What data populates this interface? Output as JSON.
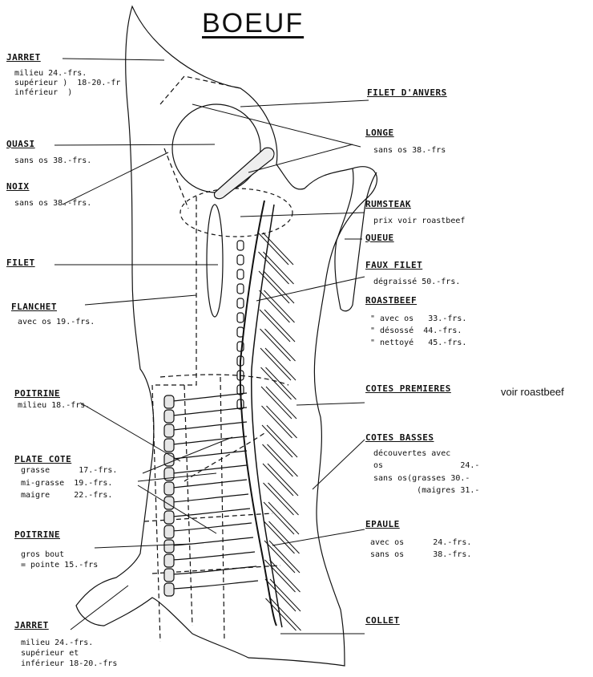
{
  "title": "BOEUF",
  "labels": {
    "jarret_top": {
      "name": "JARRET",
      "lines": [
        "milieu 24.-frs.",
        "supérieur )  18-20.-fr",
        "inférieur  )"
      ]
    },
    "quasi": {
      "name": "QUASI",
      "lines": [
        "sans os 38.-frs."
      ]
    },
    "noix": {
      "name": "NOIX",
      "lines": [
        "sans os 38.-frs."
      ]
    },
    "filet": {
      "name": "FILET"
    },
    "flanchet": {
      "name": "FLANCHET",
      "lines": [
        "avec os 19.-frs."
      ]
    },
    "poitrine_top": {
      "name": "POITRINE",
      "lines": [
        "milieu 18.-frs."
      ]
    },
    "plate_cote": {
      "name": "PLATE COTE",
      "lines": [
        "grasse      17.-frs.",
        "mi-grasse  19.-frs.",
        "maigre     22.-frs."
      ]
    },
    "poitrine_bottom": {
      "name": "POITRINE",
      "lines": [
        "gros bout",
        "= pointe 15.-frs"
      ]
    },
    "jarret_bottom": {
      "name": "JARRET",
      "lines": [
        "milieu 24.-frs.",
        "supérieur et",
        "inférieur 18-20.-frs"
      ]
    },
    "filet_danvers": {
      "name": "FILET D'ANVERS"
    },
    "longe": {
      "name": "LONGE",
      "lines": [
        "sans os 38.-frs"
      ]
    },
    "rumsteak": {
      "name": "RUMSTEAK",
      "lines": [
        "prix voir roastbeef"
      ]
    },
    "queue": {
      "name": "QUEUE"
    },
    "faux_filet": {
      "name": "FAUX FILET",
      "lines": [
        "dégraissé 50.-frs."
      ]
    },
    "roastbeef": {
      "name": "ROASTBEEF",
      "lines": [
        "\" avec os   33.-frs.",
        "\" désossé  44.-frs.",
        "\" nettoyé   45.-frs."
      ]
    },
    "cotes_premieres": {
      "name": "COTES PREMIERES",
      "note": "voir roastbeef"
    },
    "cotes_basses": {
      "name": "COTES BASSES",
      "lines": [
        "découvertes avec",
        "os                24.-",
        "sans os(grasses 30.-",
        "         (maigres 31.-"
      ]
    },
    "epaule": {
      "name": "EPAULE",
      "lines": [
        "avec os      24.-frs.",
        "sans os      38.-frs."
      ]
    },
    "collet": {
      "name": "COLLET"
    }
  }
}
